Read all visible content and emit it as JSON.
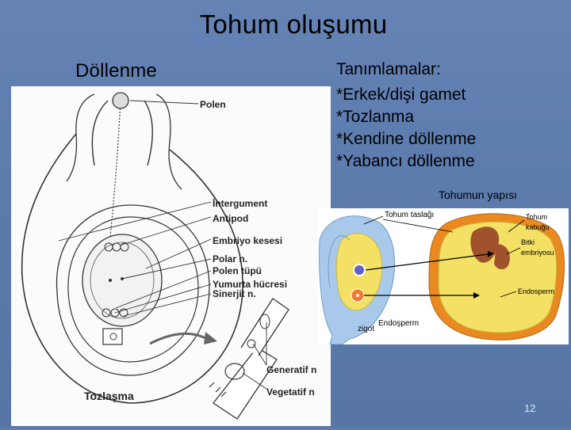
{
  "slide": {
    "title": "Tohum oluşumu",
    "subtitle": "Döllenme",
    "definitions_title": "Tanımlamalar:",
    "definitions": [
      "*Erkek/dişi gamet",
      "*Tozlanma",
      "*Kendine döllenme",
      "*Yabancı döllenme"
    ],
    "page_number": "12"
  },
  "left_figure": {
    "labels": {
      "polen": "Polen",
      "intergument": "İntergument",
      "antipod": "Antipod",
      "embriyo_kesesi": "Embriyo kesesi",
      "polar": "Polar n.",
      "polen_tupu": "Polen tüpü",
      "yumurta": "Yumurta hücresi",
      "sinerjit": "Sinerjit n.",
      "generatif": "Generatif n",
      "vegetatif": "Vegetatif n",
      "tozlasma": "Tozlaşma"
    }
  },
  "right_figure": {
    "caption": "Tohumun yapısı",
    "labels": {
      "tohum_taslagi": "Tohum taslağı",
      "tohum_kabugu_1": "Tohum",
      "tohum_kabugu_2": "kabuğu",
      "bitki_1": "Bitki",
      "bitki_2": "embriyosu",
      "endosperm_right": "Endosperm",
      "zigot": "zigot",
      "endosperm_bottom": "Endoşperm"
    }
  },
  "colors": {
    "slide_background": "#5d7dae",
    "endosperm_yellow": "#f3e064",
    "seed_coat_orange": "#e9891f",
    "embryo_brown": "#a0522d",
    "integument_blue": "#a8c9ea",
    "zygote_purple": "#6060c8",
    "endosperm_nucleus_orange": "#f07a30"
  }
}
